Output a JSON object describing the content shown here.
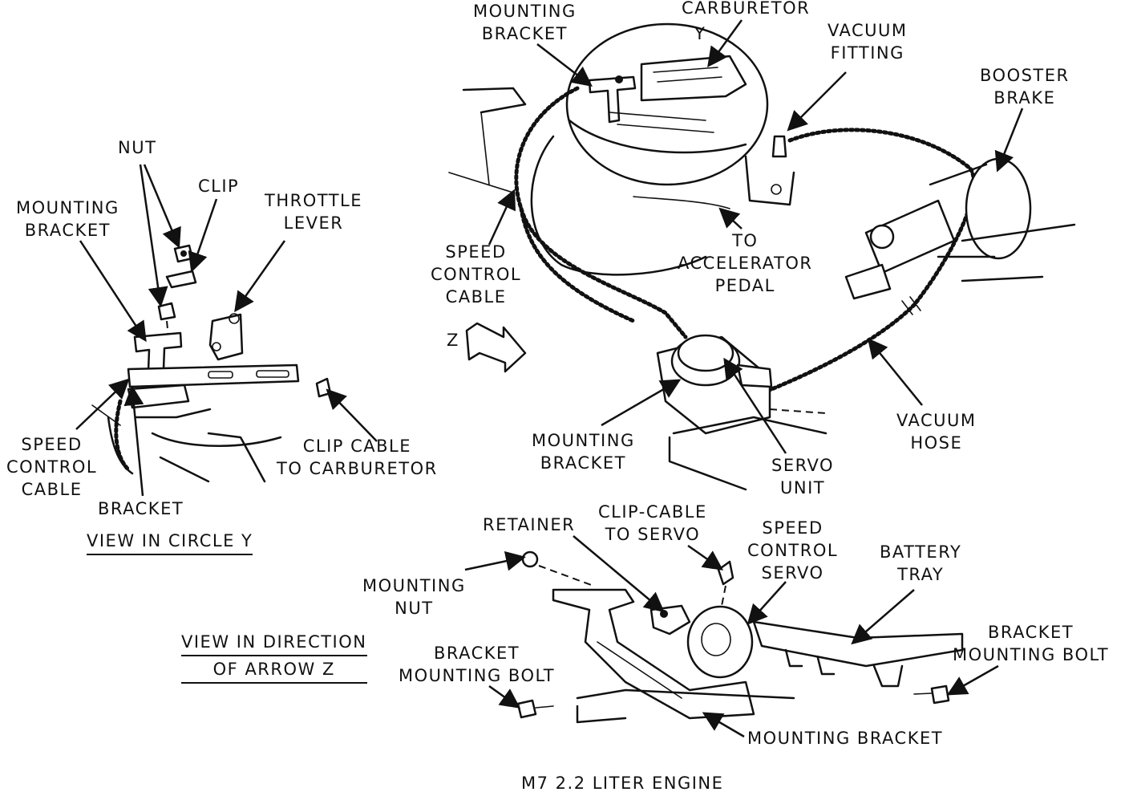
{
  "labels": {
    "mounting_bracket_top": [
      "MOUNTING",
      "BRACKET"
    ],
    "carburetor": "CARBURETOR",
    "y": "Y",
    "vacuum_fitting": [
      "VACUUM",
      "FITTING"
    ],
    "booster_brake": [
      "BOOSTER",
      "BRAKE"
    ],
    "nut": "NUT",
    "clip": "CLIP",
    "mounting_bracket_left": [
      "MOUNTING",
      "BRACKET"
    ],
    "throttle_lever": [
      "THROTTLE",
      "LEVER"
    ],
    "speed_control_cable_mid": [
      "SPEED",
      "CONTROL",
      "CABLE"
    ],
    "to_accelerator_pedal": [
      "TO",
      "ACCELERATOR",
      "PEDAL"
    ],
    "z": "Z",
    "mounting_bracket_mid": [
      "MOUNTING",
      "BRACKET"
    ],
    "vacuum_hose": [
      "VACUUM",
      "HOSE"
    ],
    "servo_unit": [
      "SERVO",
      "UNIT"
    ],
    "speed_control_cable_left": [
      "SPEED",
      "CONTROL",
      "CABLE"
    ],
    "clip_cable_to_carburetor": [
      "CLIP CABLE",
      "TO CARBURETOR"
    ],
    "bracket": "BRACKET",
    "retainer": "RETAINER",
    "clip_cable_to_servo": [
      "CLIP-CABLE",
      "TO SERVO"
    ],
    "speed_control_servo": [
      "SPEED",
      "CONTROL",
      "SERVO"
    ],
    "battery_tray": [
      "BATTERY",
      "TRAY"
    ],
    "mounting_nut": [
      "MOUNTING",
      "NUT"
    ],
    "bracket_mounting_bolt_right": [
      "BRACKET",
      "MOUNTING BOLT"
    ],
    "bracket_mounting_bolt_left": [
      "BRACKET",
      "MOUNTING BOLT"
    ],
    "mounting_bracket_bottom": "MOUNTING BRACKET"
  },
  "captions": {
    "view_in_circle_y": "VIEW IN CIRCLE Y",
    "view_in_direction_line1": "VIEW IN DIRECTION",
    "view_in_direction_line2": "OF ARROW Z",
    "figure_title": "M7 2.2 LITER ENGINE"
  }
}
